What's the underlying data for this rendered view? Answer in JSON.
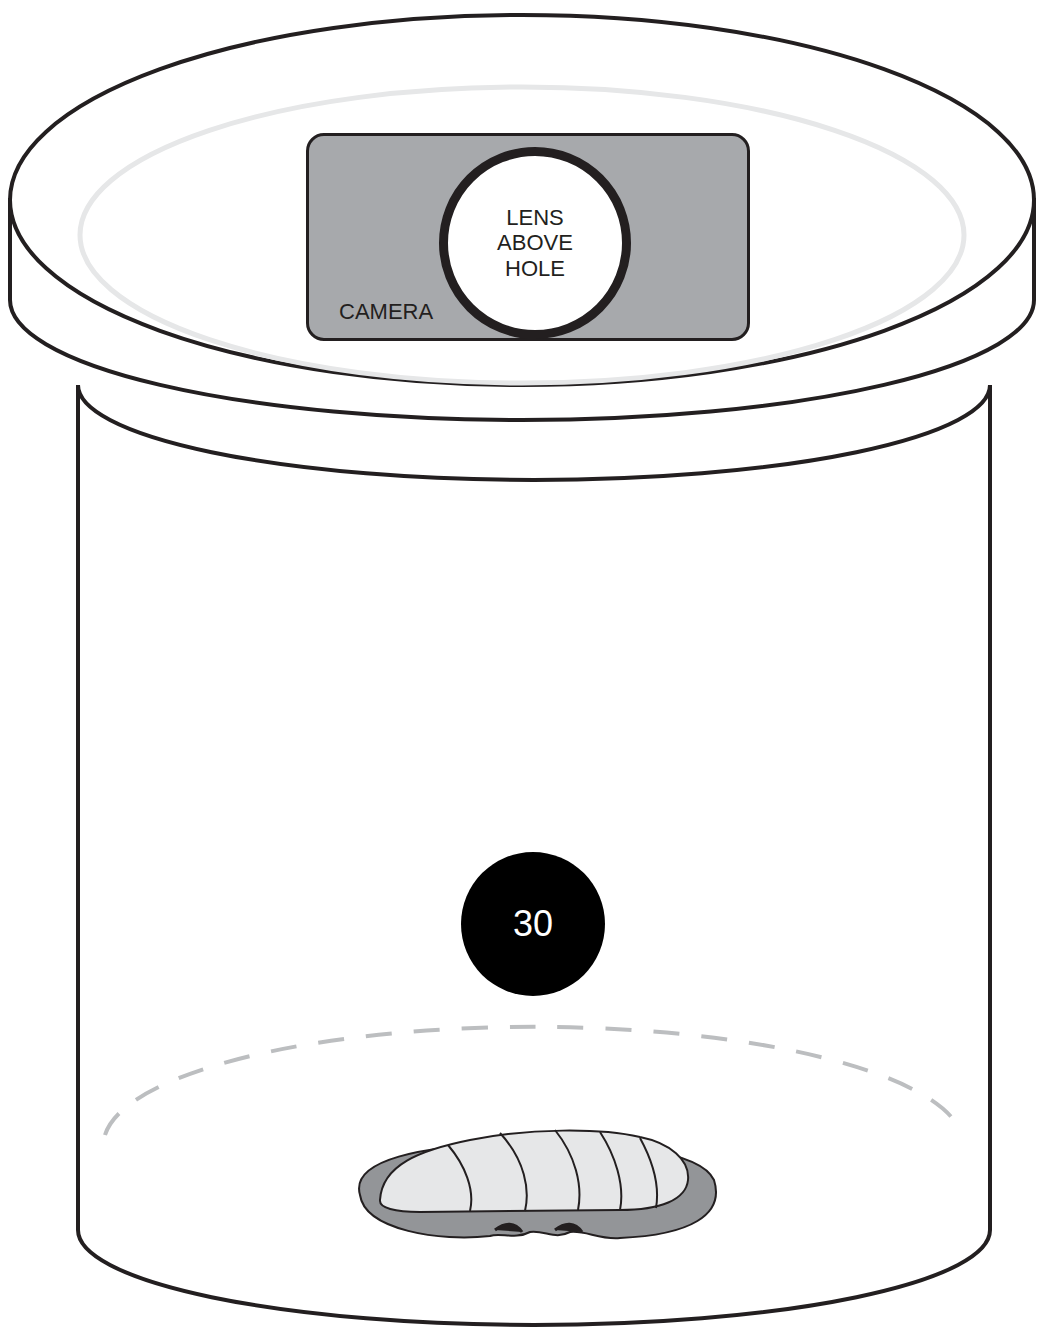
{
  "diagram": {
    "nodes": [
      {
        "text": [
          "CAMERA"
        ]
      },
      {
        "text": [
          "LENS ABOVE HOLE"
        ],
        "in": 0
      },
      {
        "text": [
          "30"
        ]
      }
    ]
  }
}
